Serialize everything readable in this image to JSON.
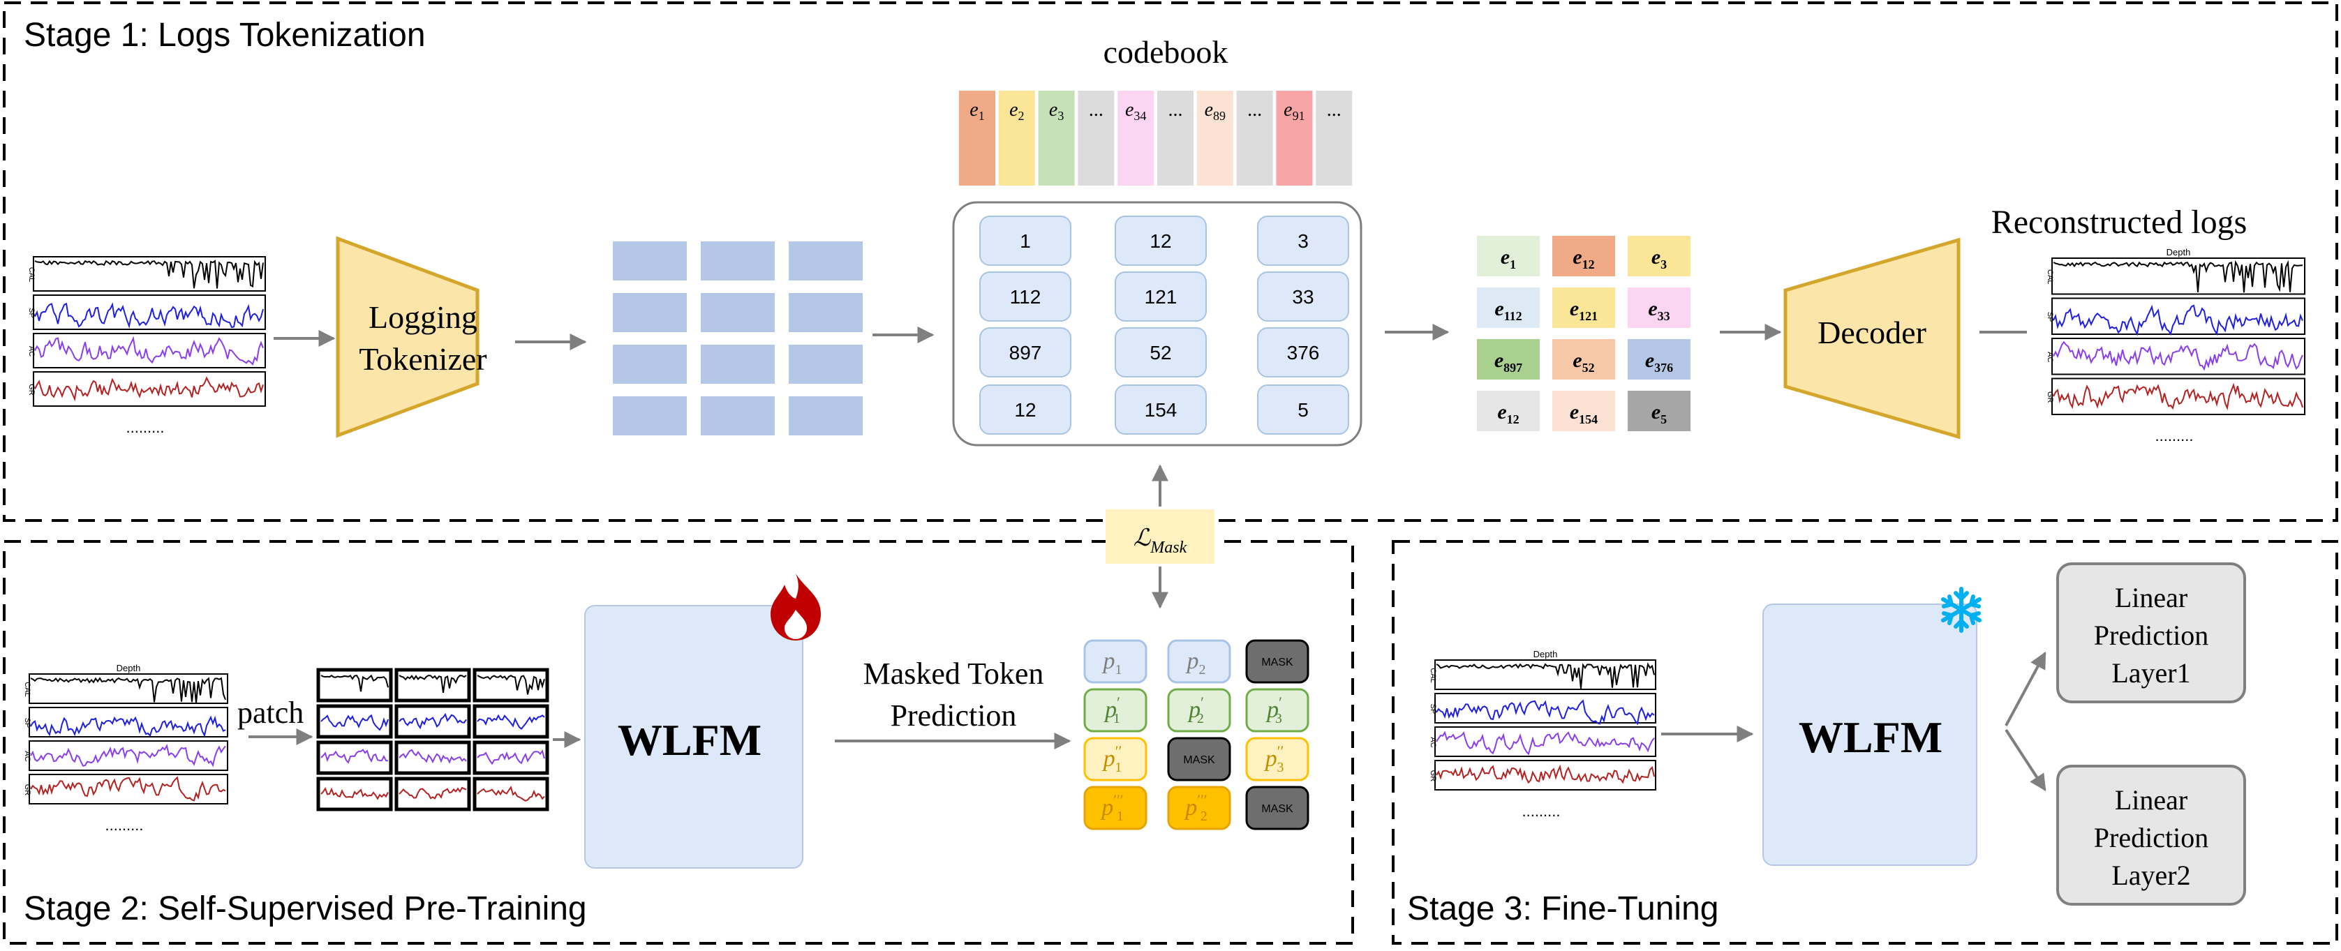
{
  "stage1": {
    "title": "Stage 1: Logs Tokenization",
    "codebook_label": "codebook",
    "codebook": [
      {
        "text": "e",
        "sub": "1",
        "color": "#f0ab86"
      },
      {
        "text": "e",
        "sub": "2",
        "color": "#fbe597"
      },
      {
        "text": "e",
        "sub": "3",
        "color": "#c5e1b5"
      },
      {
        "text": "...",
        "sub": "",
        "color": "#dcdcdc"
      },
      {
        "text": "e",
        "sub": "34",
        "color": "#fbd5f2"
      },
      {
        "text": "...",
        "sub": "",
        "color": "#dcdcdc"
      },
      {
        "text": "e",
        "sub": "89",
        "color": "#fbe2d2"
      },
      {
        "text": "...",
        "sub": "",
        "color": "#dcdcdc"
      },
      {
        "text": "e",
        "sub": "91",
        "color": "#f8a5a8"
      },
      {
        "text": "...",
        "sub": "",
        "color": "#dcdcdc"
      }
    ],
    "tokenizer_line1": "Logging",
    "tokenizer_line2": "Tokenizer",
    "token_ids": [
      [
        "1",
        "12",
        "3"
      ],
      [
        "112",
        "121",
        "33"
      ],
      [
        "897",
        "52",
        "376"
      ],
      [
        "12",
        "154",
        "5"
      ]
    ],
    "embeddings": [
      [
        {
          "text": "e",
          "sub": "1",
          "color": "#e2efd9"
        },
        {
          "text": "e",
          "sub": "12",
          "color": "#f0ab86"
        },
        {
          "text": "e",
          "sub": "3",
          "color": "#fbe597"
        }
      ],
      [
        {
          "text": "e",
          "sub": "112",
          "color": "#dde9f5"
        },
        {
          "text": "e",
          "sub": "121",
          "color": "#fbe597"
        },
        {
          "text": "e",
          "sub": "33",
          "color": "#fbd5f2"
        }
      ],
      [
        {
          "text": "e",
          "sub": "897",
          "color": "#a9d08e"
        },
        {
          "text": "e",
          "sub": "52",
          "color": "#f7c8a8"
        },
        {
          "text": "e",
          "sub": "376",
          "color": "#b4c7e7"
        }
      ],
      [
        {
          "text": "e",
          "sub": "12",
          "color": "#e6e6e6"
        },
        {
          "text": "e",
          "sub": "154",
          "color": "#fbe2d2"
        },
        {
          "text": "e",
          "sub": "5",
          "color": "#a6a6a6"
        }
      ]
    ],
    "decoder_label": "Decoder",
    "reconstructed_label": "Reconstructed logs",
    "loss_label": "ℒ",
    "loss_sub": "Mask"
  },
  "log_panel": {
    "depth_label": "Depth",
    "track_labels": [
      "CAL",
      "SP",
      "AC",
      "GR"
    ],
    "track_colors": [
      "#000000",
      "#1f1fe0",
      "#8a3ee8",
      "#b22222"
    ],
    "ellipsis": "........."
  },
  "stage2": {
    "title": "Stage 2: Self-Supervised Pre-Training",
    "patch_label": "patch",
    "model_label": "WLFM",
    "flame_icon": "flame-icon",
    "arrow_line1": "Masked Token",
    "arrow_line2": "Prediction",
    "predictions": [
      [
        {
          "base": "p",
          "sub": "1",
          "sup": "",
          "kind": "light"
        },
        {
          "base": "p",
          "sub": "2",
          "sup": "",
          "kind": "light"
        },
        {
          "base": "MASK",
          "sub": "",
          "sup": "",
          "kind": "mask"
        }
      ],
      [
        {
          "base": "p",
          "sub": "1",
          "sup": "′",
          "kind": "green"
        },
        {
          "base": "p",
          "sub": "2",
          "sup": "′",
          "kind": "green"
        },
        {
          "base": "p",
          "sub": "3",
          "sup": "′",
          "kind": "green"
        }
      ],
      [
        {
          "base": "p",
          "sub": "1",
          "sup": "′′",
          "kind": "yellow"
        },
        {
          "base": "MASK",
          "sub": "",
          "sup": "",
          "kind": "mask"
        },
        {
          "base": "p",
          "sub": "3",
          "sup": "′′",
          "kind": "yellow"
        }
      ],
      [
        {
          "base": "p",
          "sub": "1",
          "sup": "′′′",
          "kind": "orange"
        },
        {
          "base": "p",
          "sub": "2",
          "sup": "′′′",
          "kind": "orange"
        },
        {
          "base": "MASK",
          "sub": "",
          "sup": "",
          "kind": "mask"
        }
      ]
    ]
  },
  "stage3": {
    "title": "Stage 3: Fine-Tuning",
    "model_label": "WLFM",
    "snowflake_icon": "snowflake-icon",
    "heads": [
      [
        "Linear",
        "Prediction",
        "Layer1"
      ],
      [
        "Linear",
        "Prediction",
        "Layer2"
      ]
    ]
  },
  "colors": {
    "tokenizer_fill": "#fbe5a9",
    "tokenizer_stroke": "#d4a72c",
    "feature_block": "#b4c7e7",
    "token_fill": "#dde9f8",
    "token_stroke": "#a8c4e4",
    "wlfm_fill": "#dde9f8",
    "loss_fill": "#fff2c0",
    "head_fill": "#e6e6e6",
    "head_stroke": "#7f7f7f",
    "arrow": "#7f7f7f",
    "flame": "#c00000",
    "snowflake": "#00b0f0"
  }
}
